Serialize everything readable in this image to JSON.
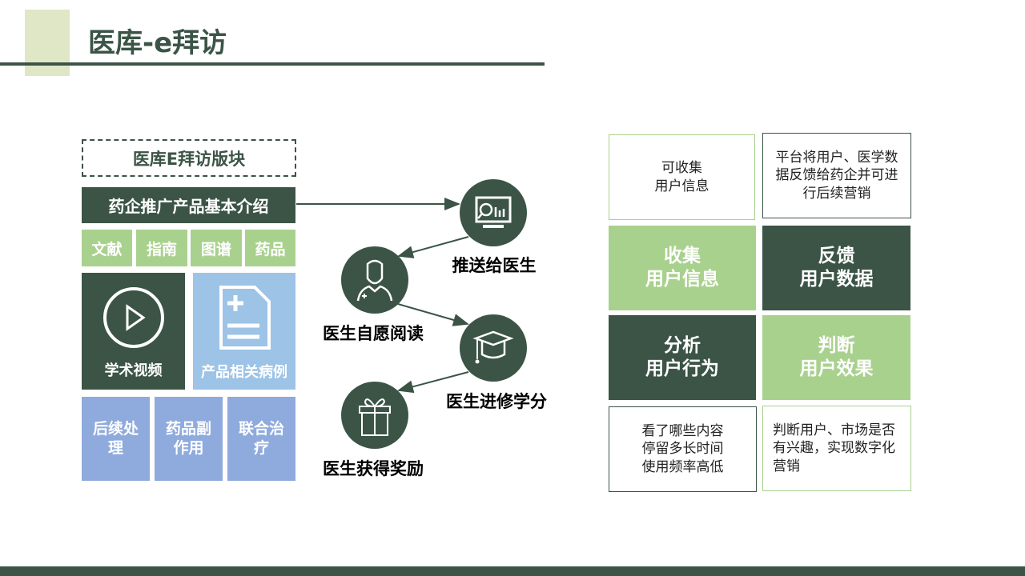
{
  "title": "医库-e拜访",
  "left": {
    "section_label": "医库E拜访版块",
    "intro": "药企推广产品基本介绍",
    "tiles": [
      "文献",
      "指南",
      "图谱",
      "药品"
    ],
    "video": "学术视频",
    "cases": "产品相关病例",
    "bottom": [
      "后续处理",
      "药品副作用",
      "联合治疗"
    ]
  },
  "flow": [
    "推送给医生",
    "医生自愿阅读",
    "医生进修学分",
    "医生获得奖励"
  ],
  "right": {
    "top_left": "可收集\n用户信息",
    "top_right": "平台将用户、医学数据反馈给药企并可进行后续营销",
    "collect": "收集\n用户信息",
    "feedback": "反馈\n用户数据",
    "analyze": "分析\n用户行为",
    "judge": "判断\n用户效果",
    "bottom_left": "看了哪些内容\n停留多长时间\n使用频率高低",
    "bottom_right": "判断用户、市场是否有兴趣，实现数字化营销"
  },
  "colors": {
    "dark": "#3b5446",
    "light_green": "#a9d18e",
    "light_blue": "#9dc3e6",
    "blue": "#8faadc"
  }
}
